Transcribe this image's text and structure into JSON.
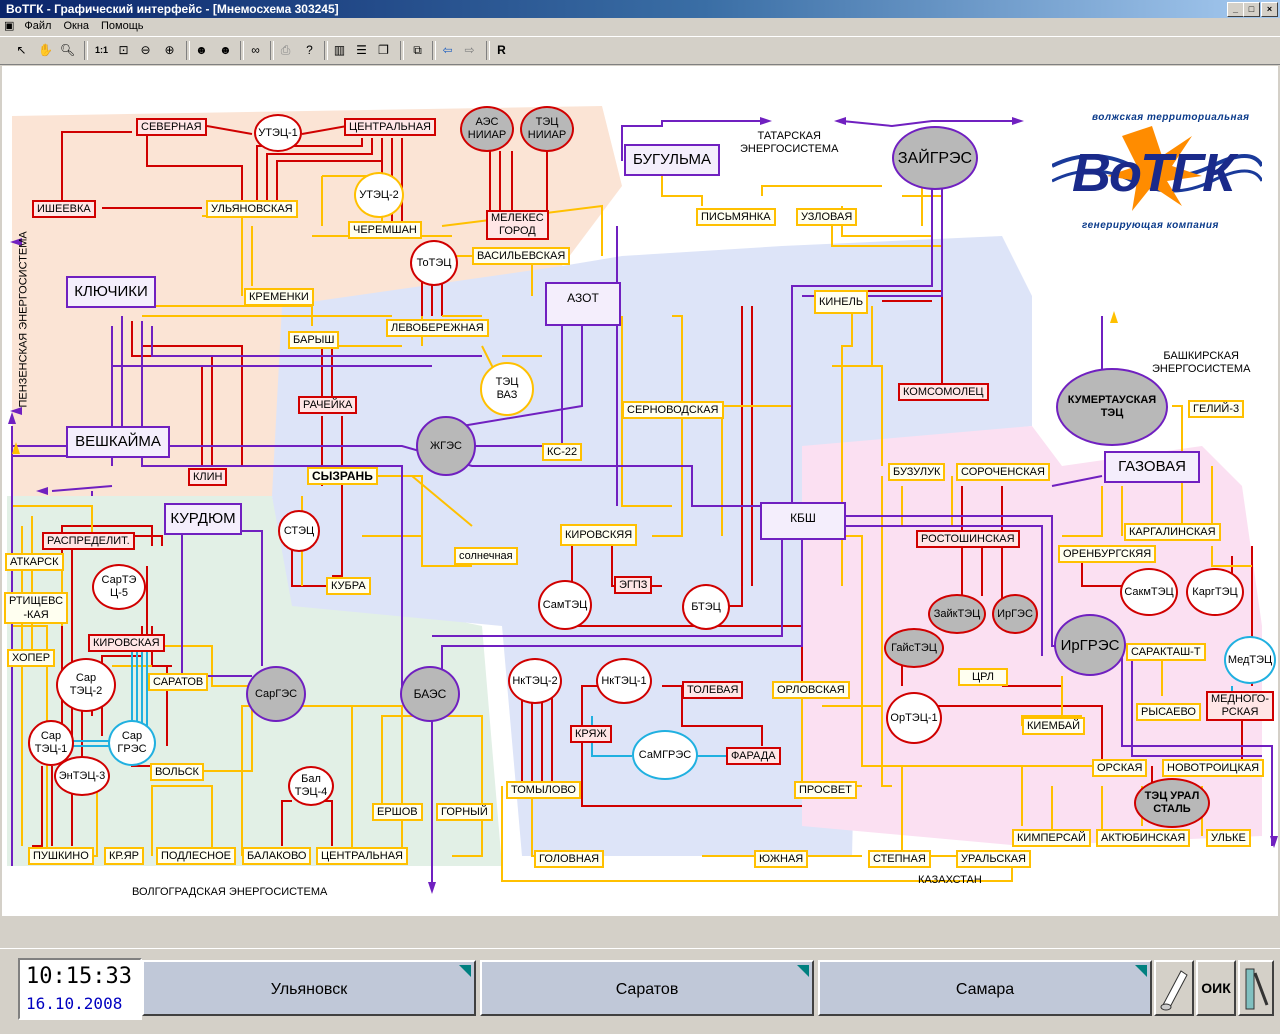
{
  "window": {
    "title": "ВоТГК - Графический интерфейс - [Мнемосхема 303245]"
  },
  "menu": {
    "items": [
      "Файл",
      "Окна",
      "Помощь"
    ]
  },
  "toolbar": {
    "icons": [
      "pointer-icon",
      "hand-icon",
      "zoom-icon",
      "scale-1to1-icon",
      "zoom-fit-icon",
      "zoom-out-icon",
      "zoom-in-icon",
      "user-back-icon",
      "user-forward-icon",
      "binoculars-icon",
      "print-icon",
      "help-icon",
      "layout-1-icon",
      "layout-2-icon",
      "layout-3-icon",
      "window-icon",
      "arrow-left-icon",
      "arrow-right-icon",
      "r-icon"
    ],
    "r_label": "R"
  },
  "logo": {
    "line1": "волжская территориальная",
    "brand": "ВоТГК",
    "line2": "генерирующая компания"
  },
  "regions": {
    "tatar": "ТАТАРСКАЯ\nЭНЕРГОСИСТЕМА",
    "bashkir": "БАШКИРСКАЯ\nЭНЕРГОСИСТЕМА",
    "penza": "ПЕНЗЕНСКАЯ ЭНЕРГОСИСТЕМА",
    "volgograd": "ВОЛГОГРАДСКАЯ ЭНЕРГОСИСТЕМА",
    "kazakhstan": "КАЗАХСТАН"
  },
  "substations": {
    "severnaya": "СЕВЕРНАЯ",
    "centralnaya1": "ЦЕНТРАЛЬНАЯ",
    "isheevka": "ИШЕЕВКА",
    "ulyanovskaya": "УЛЬЯНОВСКАЯ",
    "cheremshan": "ЧЕРЕМШАН",
    "melekes": "МЕЛЕКЕС\nГОРОД",
    "vasilyevskaya": "ВАСИЛЬЕВСКАЯ",
    "kremenki": "КРЕМЕНКИ",
    "levoberezhnaya": "ЛЕВОБЕРЕЖНАЯ",
    "barysh": "БАРЫШ",
    "racheyka": "РАЧЕЙКА",
    "klin": "КЛИН",
    "syzran": "СЫЗРАНЬ",
    "ks22": "КС-22",
    "solnechnaya": "солнечная",
    "kubra": "КУБРА",
    "raspredelit": "РАСПРЕДЕЛИТ.",
    "atkarsk": "АТКАРСК",
    "rtishchevo": "РТИЩЕВС\n-КАЯ",
    "khoper": "ХОПЕР",
    "kirovskaya1": "КИРОВСКАЯ",
    "saratov": "САРАТОВ",
    "volsk": "ВОЛЬСК",
    "pushkino": "ПУШКИНО",
    "kryar": "КР.ЯР",
    "podlesnoe": "ПОДЛЕСНОЕ",
    "balakovo": "БАЛАКОВО",
    "centralnaya2": "ЦЕНТРАЛЬНАЯ",
    "ershov": "ЕРШОВ",
    "gorny": "ГОРНЫЙ",
    "pismyanka": "ПИСЬМЯНКА",
    "uzlovaya": "УЗЛОВАЯ",
    "kinel": "КИНЕЛЬ",
    "sernovodskaya": "СЕРНОВОДСКАЯ",
    "kirovskaya2": "КИРОВСКЯЯ",
    "egpz": "ЭГПЗ",
    "komsomolets": "КОМСОМОЛЕЦ",
    "buzuluk": "БУЗУЛУК",
    "sorochenskaya": "СОРОЧЕНСКАЯ",
    "rostoshinskaya": "РОСТОШИНСКАЯ",
    "tolevaya": "ТОЛЕВАЯ",
    "orlovskaya": "ОРЛОВСКАЯ",
    "kryazh": "КРЯЖ",
    "farada": "ФАРАДА",
    "tomylovo": "ТОМЫЛОВО",
    "prosvet": "ПРОСВЕТ",
    "golovnaya": "ГОЛОВНАЯ",
    "yuzhnaya": "ЮЖНАЯ",
    "stepnaya": "СТЕПНАЯ",
    "uralskaya": "УРАЛЬСКАЯ",
    "geliy3": "ГЕЛИЙ-3",
    "kargalinskaya": "КАРГАЛИНСКАЯ",
    "orenburgskaya": "ОРЕНБУРГСКЯЯ",
    "crl": "ЦРЛ",
    "saraktash": "САРАКТАШ-Т",
    "rysaevo": "РЫСАЕВО",
    "mednogorskaya": "МЕДНОГО-\nРСКАЯ",
    "kiembay": "КИЕМБАЙ",
    "orskaya": "ОРСКАЯ",
    "novotroitskaya": "НОВОТРОИЦКАЯ",
    "kimpersay": "КИМПЕРСАЙ",
    "aktyubinskaya": "АКТЮБИНСКАЯ",
    "ulke": "УЛЬКЕ"
  },
  "hubs": {
    "klyuchiki": "КЛЮЧИКИ",
    "veshkayma": "ВЕШКАЙМА",
    "kurdyum": "КУРДЮМ",
    "bugulma": "БУГУЛЬМА",
    "azot": "АЗОТ",
    "ksh": "КБШ",
    "gazovaya": "ГАЗОВАЯ"
  },
  "plants": {
    "utec1": "УТЭЦ-1",
    "aes_niiar": "АЭС\nНИИАР",
    "tec_niiar": "ТЭЦ\nНИИАР",
    "utec2": "УТЭЦ-2",
    "totec": "ТоТЭЦ",
    "tec_vaz": "ТЭЦ\nВАЗ",
    "zhges": "ЖГЭС",
    "stec": "СТЭЦ",
    "sartec5": "СарТЭ\nЦ-5",
    "sartec2": "Сар\nТЭЦ-2",
    "sartec1": "Сар\nТЭЦ-1",
    "sargres": "Сар\nГРЭС",
    "entec3": "ЭнТЭЦ-3",
    "sarges": "СарГЭС",
    "baes": "БАЭС",
    "baltec4": "Бал\nТЭЦ-4",
    "zaigres": "ЗАЙГРЭС",
    "samtec": "СамТЭЦ",
    "btec": "БТЭЦ",
    "nktec2": "НкТЭЦ-2",
    "nktec1": "НкТЭЦ-1",
    "samgres": "СаМГРЭС",
    "kumertau": "КУМЕРТАУСКАЯ\nТЭЦ",
    "zaiktec": "ЗайкТЭЦ",
    "irges": "ИрГЭС",
    "gaistec": "ГайсТЭЦ",
    "irgres": "ИрГРЭС",
    "ortec1": "ОрТЭЦ-1",
    "sakmtec": "СакмТЭЦ",
    "kargtec": "КаргТЭЦ",
    "medtec": "МедТЭЦ",
    "tec_ural": "ТЭЦ УРАЛ\nСТАЛЬ"
  },
  "statusbar": {
    "time": "10:15:33",
    "date": "16.10.2008",
    "nav": [
      "Ульяновск",
      "Саратов",
      "Самара"
    ],
    "oik": "ОИК"
  },
  "colors": {
    "line_red": "#d00000",
    "line_yellow": "#ffc000",
    "line_purple": "#7020c0",
    "line_cyan": "#20b0e0",
    "zone_ulyanovsk": "#fbe4d5",
    "zone_saratov": "#e2f0e6",
    "zone_samara": "#dde4f8",
    "zone_orenburg": "#fbe0f2"
  }
}
